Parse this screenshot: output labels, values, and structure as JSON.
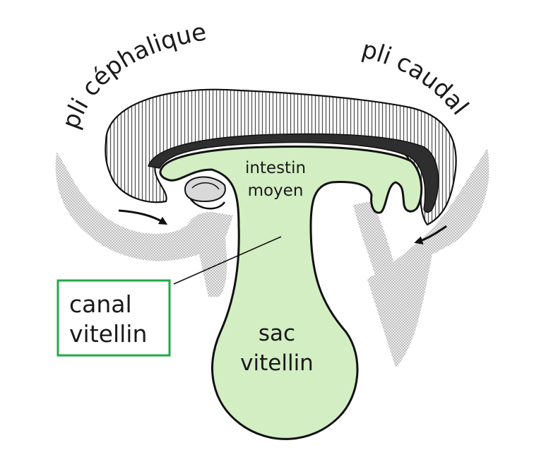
{
  "labels": {
    "head_fold": "pli céphalique",
    "tail_fold": "pli caudal",
    "midgut_line1": "intestin",
    "midgut_line2": "moyen",
    "yolk_sac_line1": "sac",
    "yolk_sac_line2": "vitellin",
    "vitelline_duct_line1": "canal",
    "vitelline_duct_line2": "vitellin"
  },
  "colors": {
    "endoderm_fill": "#d3eec3",
    "ectoderm_hatch": "#555555",
    "mesoderm_stipple": "#bbbbbb",
    "outline": "#111111",
    "highlight_box": "#22aa44"
  }
}
